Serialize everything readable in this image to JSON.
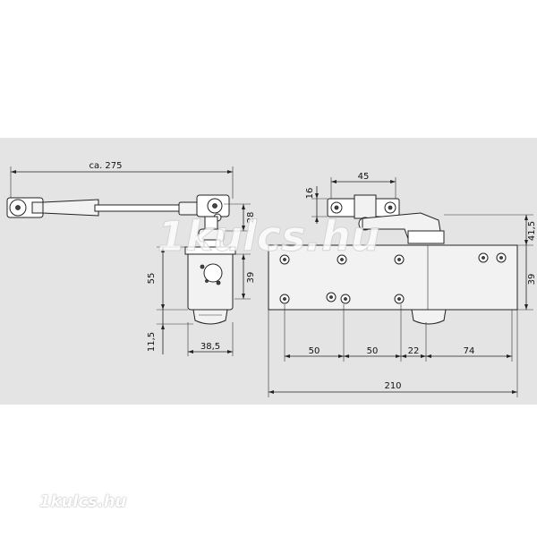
{
  "dimensions": {
    "arm_length": "ca. 275",
    "arm_height": "28",
    "body_height_left": "55",
    "body_offset_left": "39",
    "shoe_height": "11,5",
    "body_width_side": "38,5",
    "bracket_width": "45",
    "bracket_height": "16",
    "top_right": "41,5",
    "body_height_right": "39",
    "spacing_a": "50",
    "spacing_b": "50",
    "spacing_c": "22",
    "spacing_d": "74",
    "total_length": "210"
  },
  "watermark": {
    "center": "1kulcs.hu",
    "corner": "1kulcs.hu"
  }
}
